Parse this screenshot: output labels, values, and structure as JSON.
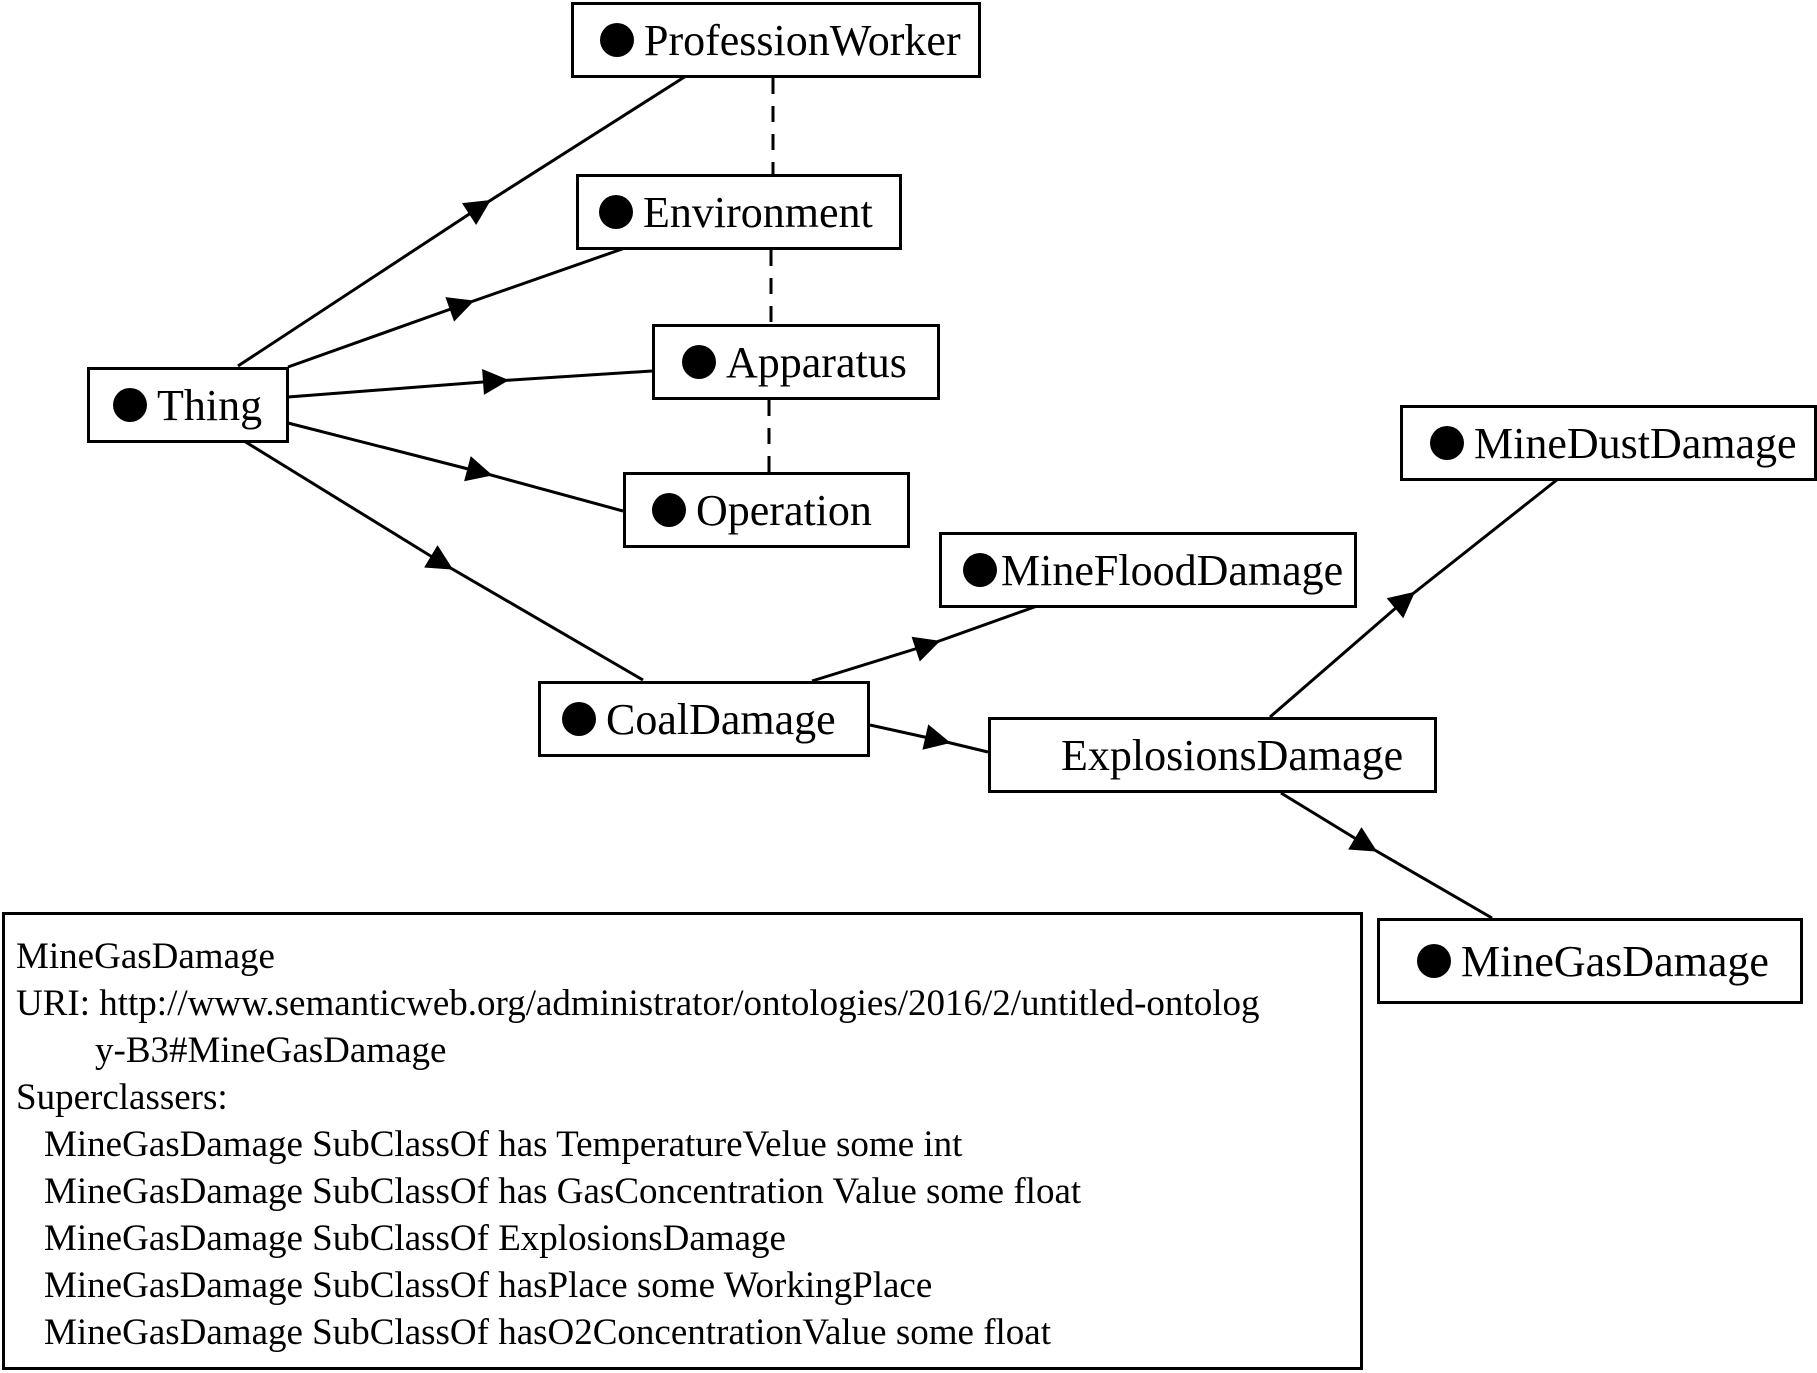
{
  "nodes": {
    "profession_worker": "ProfessionWorker",
    "environment": "Environment",
    "apparatus": "Apparatus",
    "thing": "Thing",
    "operation": "Operation",
    "mine_flood_damage": "MineFloodDamage",
    "coal_damage": "CoalDamage",
    "explosions_damage": "ExplosionsDamage",
    "mine_dust_damage": "MineDustDamage",
    "mine_gas_damage": "MineGasDamage"
  },
  "info_panel": {
    "title": "MineGasDamage",
    "uri_line1": "URI: http://www.semanticweb.org/administrator/ontologies/2016/2/untitled-ontolog",
    "uri_line2": "y-B3#MineGasDamage",
    "superclasses_label": "Superclassers:",
    "axioms": [
      "MineGasDamage SubClassOf has TemperatureVelue some int",
      "MineGasDamage SubClassOf has GasConcentration Value some float",
      "MineGasDamage SubClassOf ExplosionsDamage",
      "MineGasDamage SubClassOf hasPlace some WorkingPlace",
      "MineGasDamage SubClassOf hasO2ConcentrationValue some float"
    ]
  },
  "icons": {
    "class_marker": "filled-circle-icon"
  }
}
